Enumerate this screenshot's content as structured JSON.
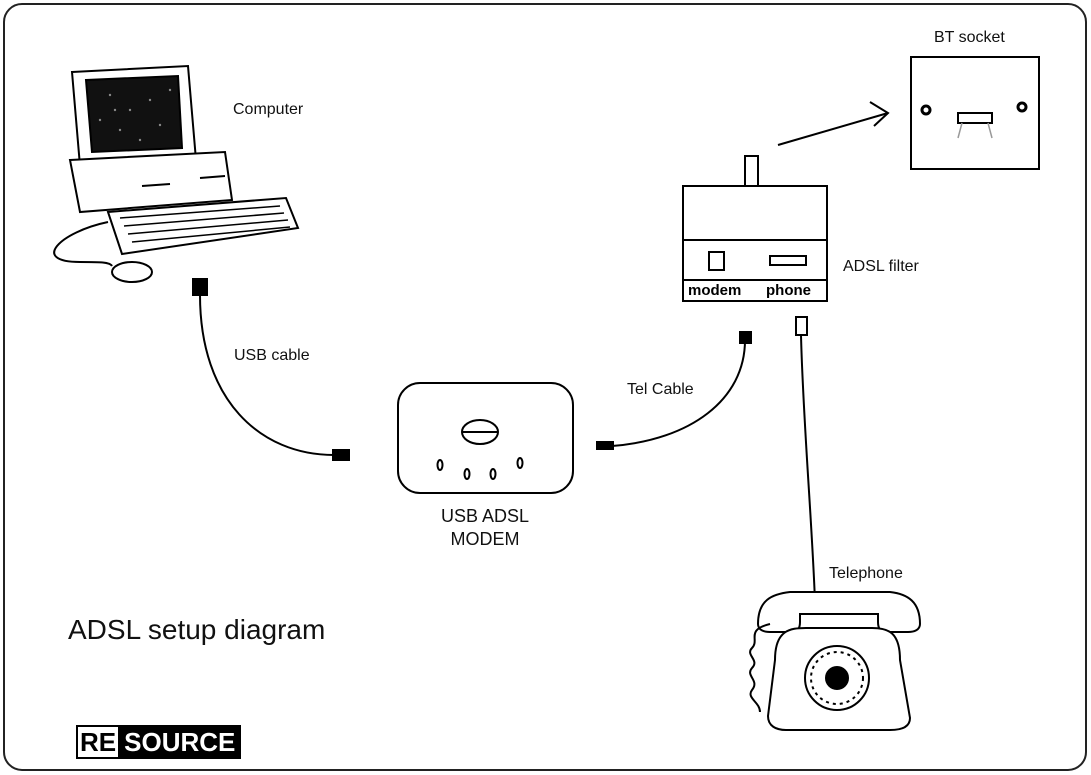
{
  "title": "ADSL setup diagram",
  "labels": {
    "computer": "Computer",
    "usb_cable": "USB cable",
    "usb_modem_line1": "USB ADSL",
    "usb_modem_line2": "MODEM",
    "tel_cable": "Tel Cable",
    "adsl_filter": "ADSL filter",
    "bt_socket": "BT socket",
    "telephone": "Telephone"
  },
  "filter_ports": {
    "modem": "modem",
    "phone": "phone"
  },
  "logo": {
    "part1": "RE",
    "part2": "SOURCE"
  },
  "nodes": [
    {
      "id": "computer",
      "label": "Computer"
    },
    {
      "id": "usb_adsl_modem",
      "label": "USB ADSL MODEM"
    },
    {
      "id": "adsl_filter",
      "label": "ADSL filter"
    },
    {
      "id": "bt_socket",
      "label": "BT socket"
    },
    {
      "id": "telephone",
      "label": "Telephone"
    }
  ],
  "edges": [
    {
      "from": "computer",
      "to": "usb_adsl_modem",
      "label": "USB cable"
    },
    {
      "from": "usb_adsl_modem",
      "to": "adsl_filter",
      "label": "Tel Cable"
    },
    {
      "from": "adsl_filter",
      "to": "bt_socket",
      "label": ""
    },
    {
      "from": "adsl_filter",
      "to": "telephone",
      "label": ""
    }
  ]
}
